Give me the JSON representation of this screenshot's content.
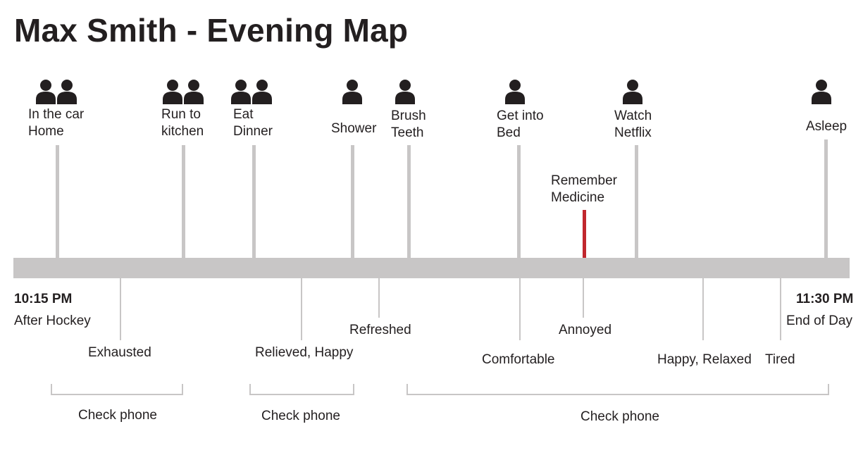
{
  "title": "Max Smith - Evening Map",
  "colors": {
    "timeline": "#c8c6c6",
    "accent": "#c1272d",
    "text": "#231f20"
  },
  "start": {
    "time": "10:15 PM",
    "caption": "After Hockey"
  },
  "end": {
    "time": "11:30 PM",
    "caption": "End of Day"
  },
  "events": [
    {
      "lines": [
        "In the car",
        "Home"
      ],
      "people": 2,
      "icon": "people-icon"
    },
    {
      "lines": [
        "Run to",
        "kitchen"
      ],
      "people": 2,
      "icon": "people-icon"
    },
    {
      "lines": [
        "Eat",
        "Dinner"
      ],
      "people": 2,
      "icon": "people-icon"
    },
    {
      "lines": [
        "Shower"
      ],
      "people": 1,
      "icon": "person-icon"
    },
    {
      "lines": [
        "Brush",
        "Teeth"
      ],
      "people": 1,
      "icon": "person-icon"
    },
    {
      "lines": [
        "Get into",
        "Bed"
      ],
      "people": 1,
      "icon": "person-icon"
    },
    {
      "lines": [
        "Remember",
        "Medicine"
      ],
      "people": 0,
      "icon": ""
    },
    {
      "lines": [
        "Watch",
        "Netflix"
      ],
      "people": 1,
      "icon": "person-icon"
    },
    {
      "lines": [
        "Asleep"
      ],
      "people": 1,
      "icon": "person-icon"
    }
  ],
  "emotions": [
    "Exhausted",
    "Relieved, Happy",
    "Refreshed",
    "Comfortable",
    "Annoyed",
    "Happy, Relaxed",
    "Tired"
  ],
  "phone_checks": [
    "Check phone",
    "Check phone",
    "Check phone"
  ]
}
